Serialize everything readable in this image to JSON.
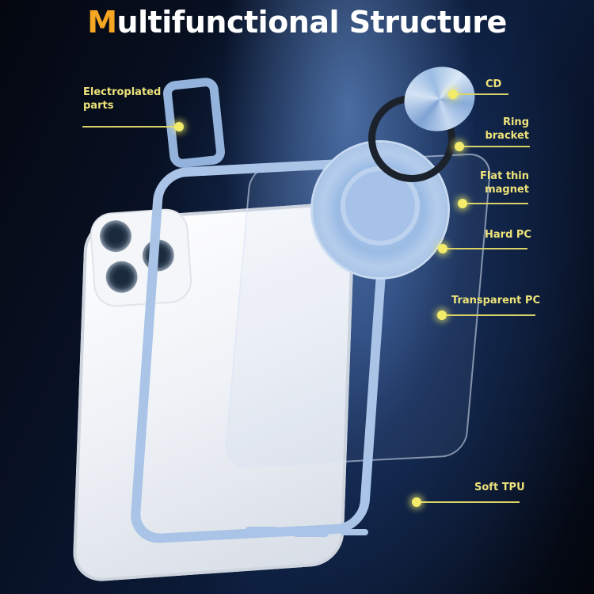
{
  "title": {
    "accent_letter": "M",
    "rest": "ultifunctional Structure",
    "accent_color": "#f5a623",
    "color": "#ffffff"
  },
  "labels": {
    "electroplated": {
      "line1": "Electroplated",
      "line2": "parts"
    },
    "cd": "CD",
    "ring_bracket": {
      "line1": "Ring",
      "line2": "bracket"
    },
    "flat_thin_magnet": {
      "line1": "Flat thin",
      "line2": "magnet"
    },
    "hard_pc": "Hard PC",
    "transparent_pc": "Transparent PC",
    "soft_tpu": "Soft TPU"
  },
  "colors": {
    "label_text": "#ede27a",
    "callout_line": "#d9d267",
    "callout_dot": "#f2ec6a",
    "case_blue": "#a9c4e6",
    "background": "#050a18"
  }
}
